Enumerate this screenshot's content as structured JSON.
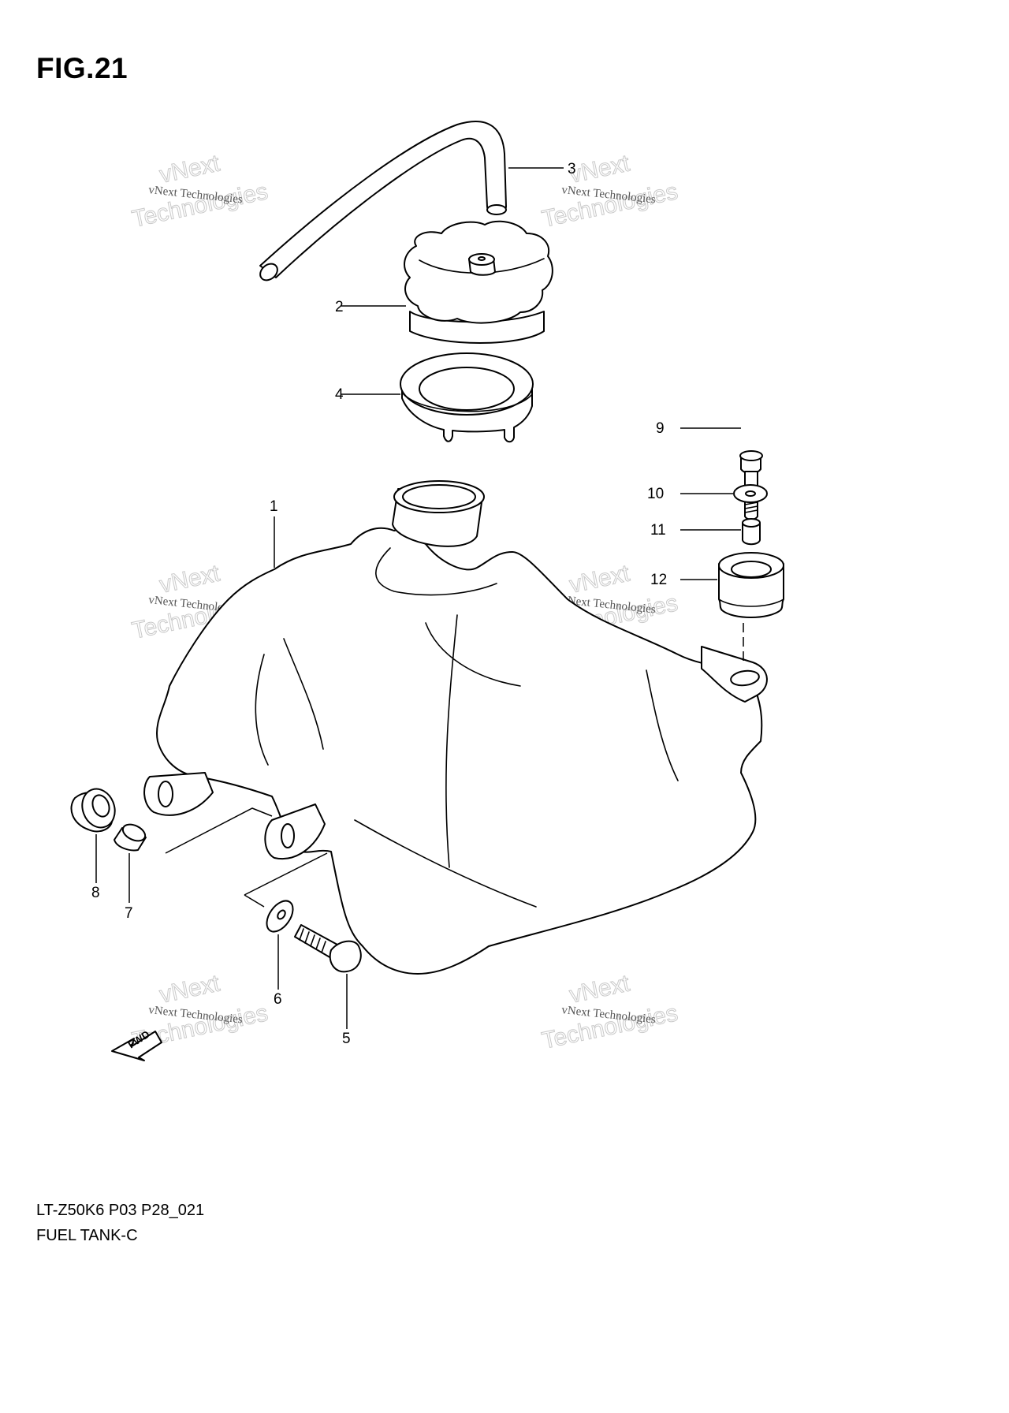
{
  "figure": {
    "title": "FIG.21",
    "model_code": "LT-Z50K6 P03 P28_021",
    "caption": "FUEL TANK-C"
  },
  "callouts": [
    "1",
    "2",
    "3",
    "4",
    "5",
    "6",
    "7",
    "8",
    "9",
    "10",
    "11",
    "12"
  ],
  "watermark": {
    "line1": "vNext",
    "line2": "vNext Technologies",
    "line3": "Technologies"
  },
  "fwd_label": "FWD"
}
